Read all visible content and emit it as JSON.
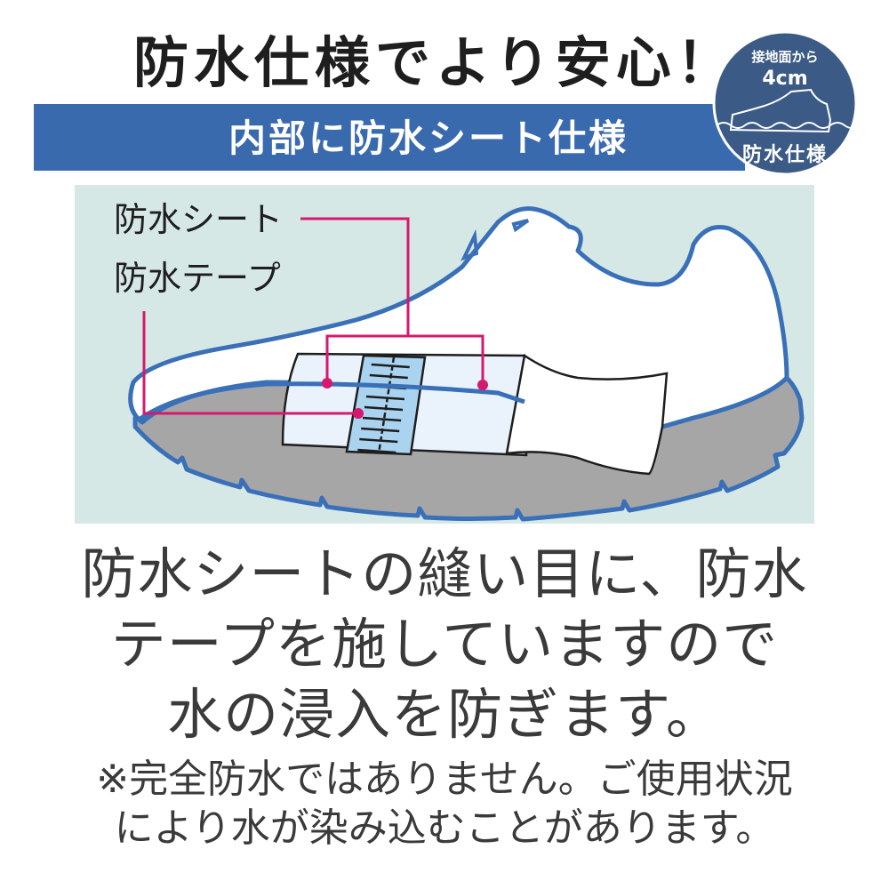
{
  "header": {
    "title": "防水仕様でより安心！",
    "banner": "内部に防水シート仕様"
  },
  "badge": {
    "top_text": "接地面から",
    "height_value": "4cm",
    "bottom_text": "防水仕様",
    "icon": "shoe-in-water-icon"
  },
  "diagram": {
    "labels": {
      "sheet": "防水シート",
      "tape": "防水テープ"
    }
  },
  "description": {
    "lines": [
      "防水シートの縫い目に、防水",
      "テープを施していますので",
      "水の浸入を防ぎます。"
    ]
  },
  "note": {
    "lines": [
      "※完全防水ではありません。ご使用状況",
      "により水が染み込むことがあります。"
    ]
  },
  "colors": {
    "banner": "#3a6aae",
    "badge": "#3b5a85",
    "panel": "#d6e8e6",
    "outline": "#3a70b8",
    "leader": "#d6186e",
    "sole": "#a6a6a6",
    "sheet": "#eaf3fb",
    "tape": "#a9d3ef"
  }
}
